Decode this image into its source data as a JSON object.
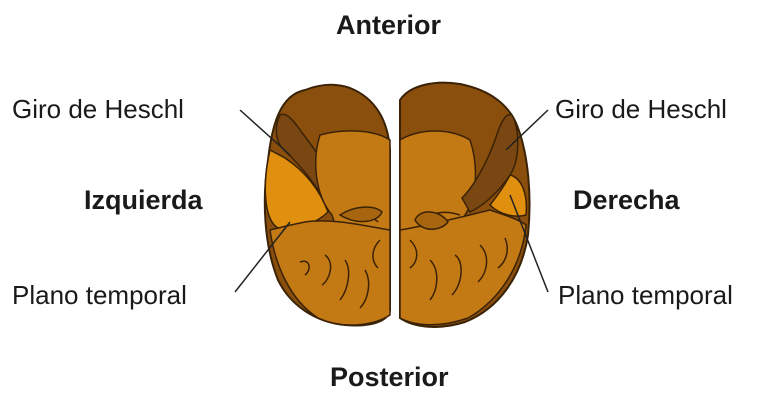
{
  "labels": {
    "anterior": "Anterior",
    "posterior": "Posterior",
    "left": "Izquierda",
    "right": "Derecha",
    "heschl_left": "Giro de Heschl",
    "heschl_right": "Giro de Heschl",
    "planum_left": "Plano temporal",
    "planum_right": "Plano temporal"
  },
  "colors": {
    "outer_cortex": "#8a4f0c",
    "inner_region": "#c47a14",
    "heschl_gyrus": "#7a4712",
    "planum_temporale": "#e0900e",
    "outline": "#3a2206"
  }
}
